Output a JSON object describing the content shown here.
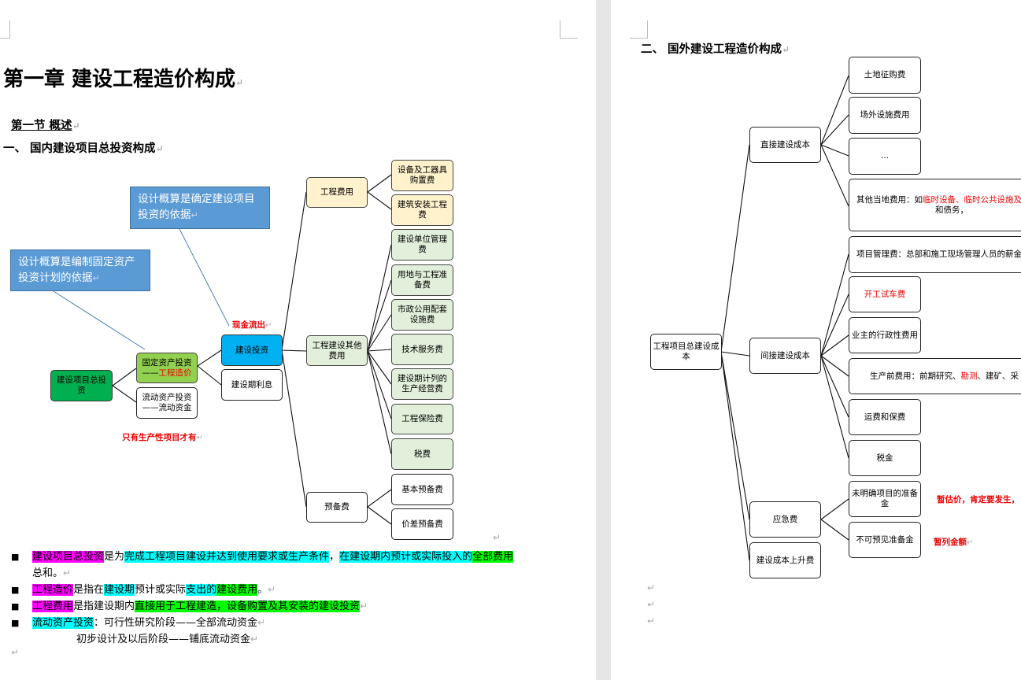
{
  "left_page": {
    "chapter_title": "第一章   建设工程造价构成",
    "section_title": "第一节  概述",
    "subsection_title": "一、 国内建设项目总投资构成",
    "callout_top": "设计概算是确定建设项目投资的依据",
    "callout_left": "设计概算是编制固定资产投资计划的依据",
    "cash_out_label": "现金流出",
    "production_note": "只有生产性项目才有",
    "diagram": {
      "root": "建设项目总投资",
      "fixed_asset": "固定资产投资——",
      "fixed_asset_highlight": "工程造价",
      "working_capital": "流动资产投资——流动资金",
      "construction_investment": "建设投资",
      "construction_interest": "建设期利息",
      "engineering_cost": "工程费用",
      "other_cost": "工程建设其他费用",
      "reserve_cost": "预备费",
      "equipment_cost": "设备及工器具购置费",
      "installation_cost": "建筑安装工程费",
      "management_fee": "建设单位管理费",
      "land_fee": "用地与工程准备费",
      "municipal_fee": "市政公用配套设施费",
      "tech_service_fee": "技术服务费",
      "operating_fee": "建设期计列的生产经营费",
      "insurance_fee": "工程保险费",
      "tax_fee": "税费",
      "basic_reserve": "基本预备费",
      "price_reserve": "价差预备费"
    },
    "bullets": {
      "b1_term": "建设项目总投资",
      "b1_text1": "是为",
      "b1_hl1": "完成工程项目建设并达到使用要求或生产条件",
      "b1_text2": "，",
      "b1_hl2": "在建设期内预计或实际投入的",
      "b1_hl3": "全部费用",
      "b1_text3": "总和。",
      "b2_term": "工程造价",
      "b2_text1": "是指在",
      "b2_hl1": "建设期",
      "b2_text2": "预计或实际",
      "b2_hl2": "支出的",
      "b2_hl3": "建设费用",
      "b2_text3": "。",
      "b3_term": "工程费用",
      "b3_text1": "是指建设期内",
      "b3_hl1": "直接用于工程建造，设备购置及其安装的建设投资",
      "b4_term": "流动资产投资",
      "b4_text1": "：可行性研究阶段——全部流动资金",
      "b4_line2": "初步设计及以后阶段——铺底流动资金"
    }
  },
  "right_page": {
    "subsection_title": "二、 国外建设工程造价构成",
    "diagram": {
      "root": "工程项目总建设成本",
      "direct_cost": "直接建设成本",
      "indirect_cost": "间接建设成本",
      "contingency": "应急费",
      "escalation": "建设成本上升费",
      "land_fee": "土地征购费",
      "offsite_fee": "场外设施费用",
      "ellipsis": "...",
      "other_local_prefix": "其他当地费用：如",
      "other_local_red": "临时设备、临时公共设施及",
      "other_local_line2": "和债务，",
      "project_mgmt": "项目管理费：总部和施工现场管理人员的薪金",
      "trial_run": "开工试车费",
      "owner_admin": "业主的行政性费用",
      "preprod_prefix": "生产前费用：前期研究、",
      "preprod_red": "勘测",
      "preprod_suffix": "、建矿、采",
      "transport_insurance": "运费和保费",
      "tax": "税金",
      "unspecified_reserve": "未明确项目的准备金",
      "unforeseen_reserve": "不可预见准备金",
      "note_estimate": "暂估价，肯定要发生，",
      "note_listed": "暂列金额"
    }
  },
  "colors": {
    "callout_blue": "#5b9bd5",
    "engineering_yellow": "#fff2cc",
    "other_light_green": "#e2efda",
    "root_green": "#00b050",
    "fixed_asset_lime": "#92d050",
    "construction_cyan": "#00b0f0",
    "highlight_magenta": "#ff00ff",
    "highlight_cyan": "#00ffff",
    "highlight_green": "#00ff00",
    "accent_red": "#e00000"
  },
  "icons": [
    "paragraph-mark-icon",
    "bullet-square-icon",
    "page-corner-mark-icon"
  ]
}
